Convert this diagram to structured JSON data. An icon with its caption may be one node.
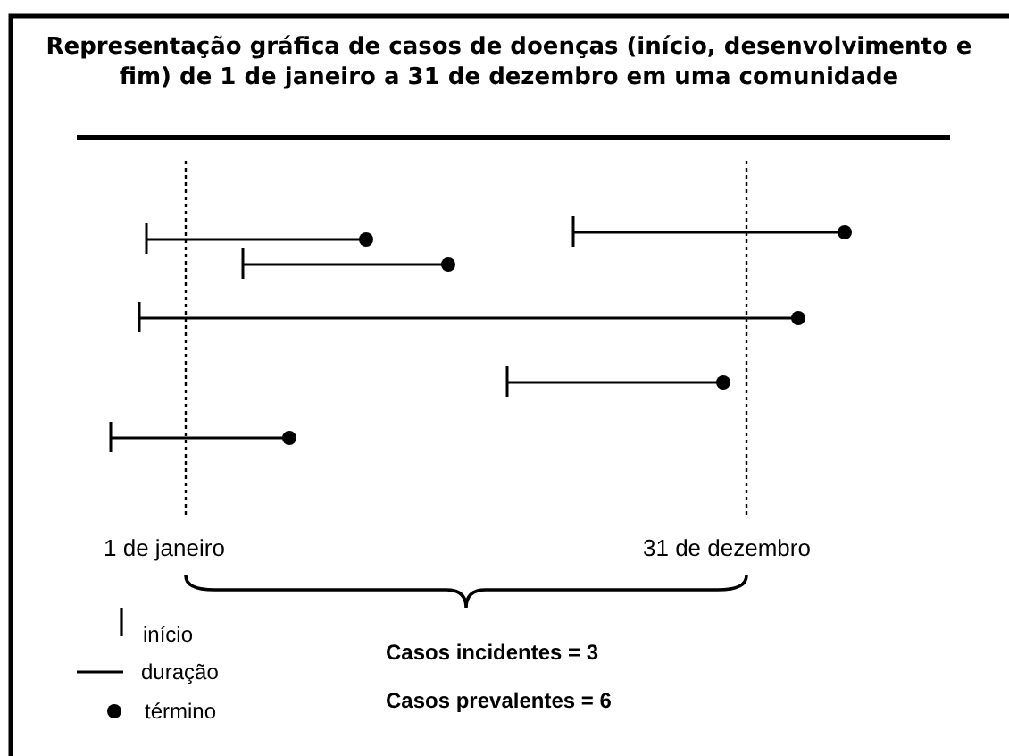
{
  "diagram": {
    "title": "Representação gráfica de casos de doenças (início, desenvolvimento e fim) de 1 de janeiro a 31 de dezembro em uma comunidade",
    "labels": [
      "1 de janeiro",
      "31 de dezembro",
      "Casos incidentes = 3",
      "Casos prevalentes = 6"
    ],
    "legend": [
      {
        "text": "início"
      },
      {
        "text": "duração"
      },
      {
        "text": "término"
      }
    ]
  }
}
